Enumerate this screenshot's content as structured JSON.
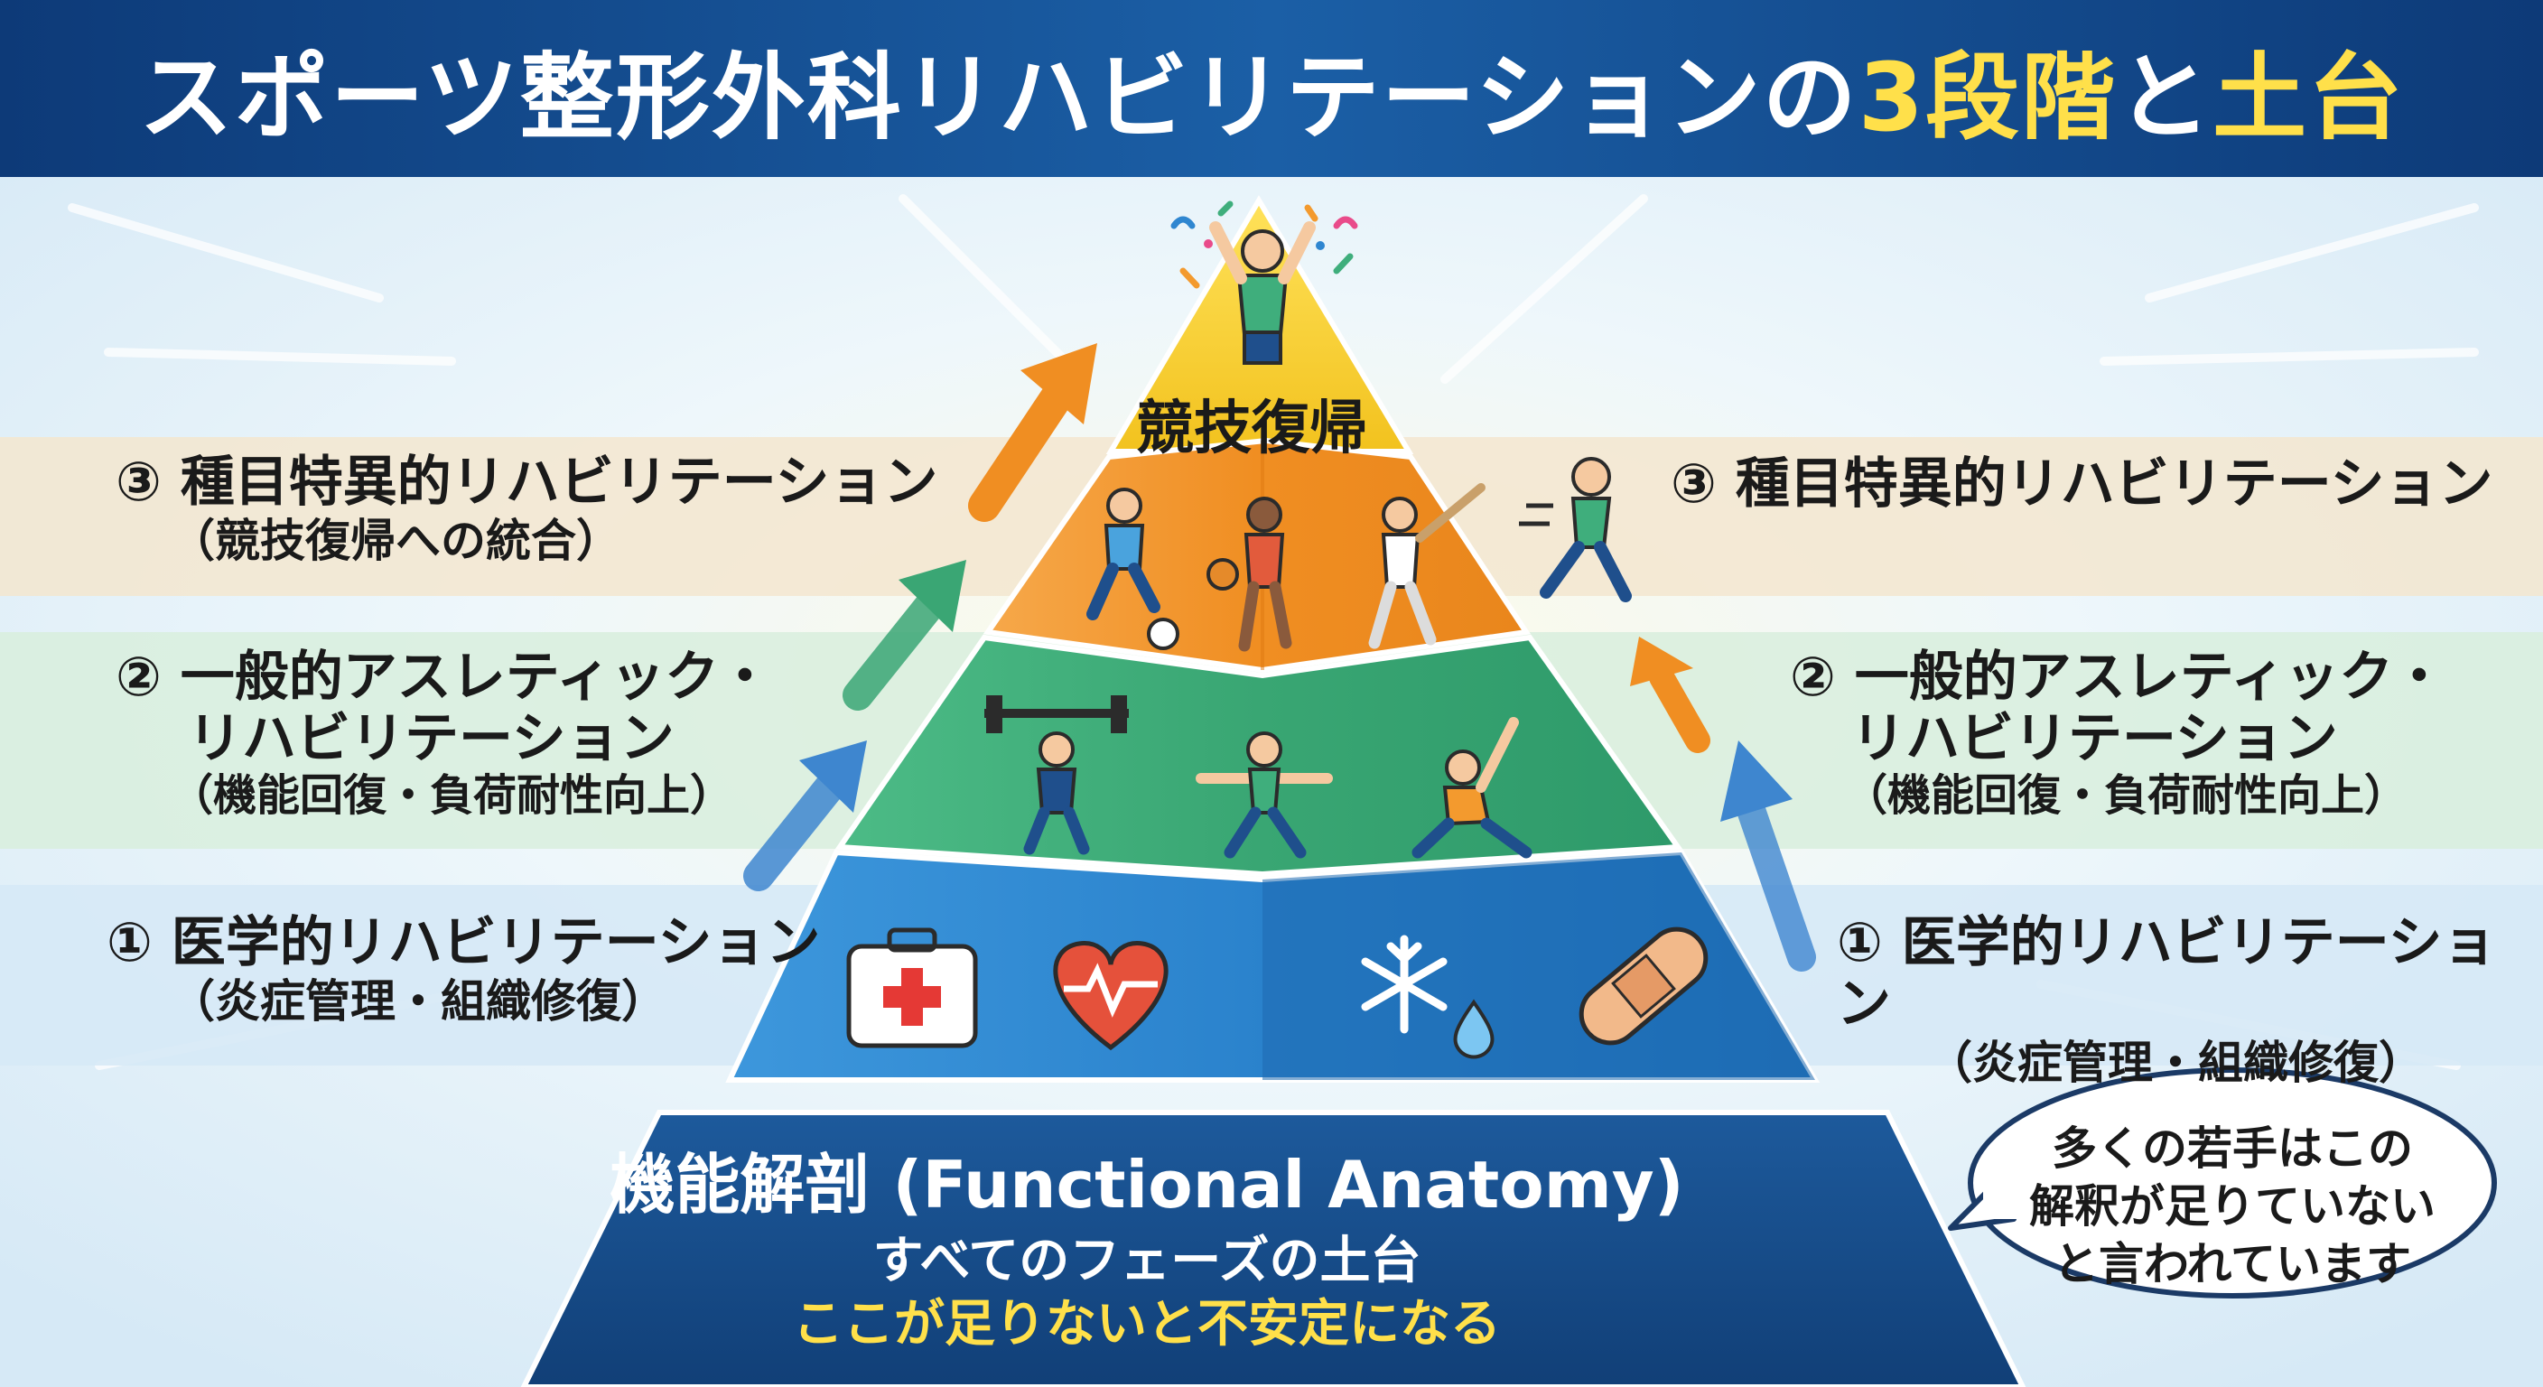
{
  "title": {
    "main": "スポーツ整形外科リハビリテーションの",
    "highlight_1": "3段階",
    "connector": "と",
    "highlight_2": "土台"
  },
  "peak": {
    "label": "競技復帰"
  },
  "left_labels": {
    "stage3": {
      "line1": "③ 種目特異的リハビリテーション",
      "line2": "（競技復帰への統合）"
    },
    "stage2": {
      "line1": "② 一般的アスレティック・",
      "line2": "リハビリテーション",
      "line3": "（機能回復・負荷耐性向上）"
    },
    "stage1": {
      "line1": "① 医学的リハビリテーション",
      "line2": "（炎症管理・組織修復）"
    }
  },
  "right_labels": {
    "stage3": {
      "line1": "③ 種目特異的リハビリテーション"
    },
    "stage2": {
      "line1": "② 一般的アスレティック・",
      "line2": "リハビリテーション",
      "line3": "（機能回復・負荷耐性向上）"
    },
    "stage1": {
      "line1": "① 医学的リハビリテーション",
      "line2": "（炎症管理・組織修復）"
    }
  },
  "foundation": {
    "title": "機能解剖 (Functional Anatomy)",
    "subtitle": "すべてのフェーズの土台",
    "warning": "ここが足りないと不安定になる"
  },
  "callout": {
    "line1": "多くの若手はこの",
    "line2": "解釈が足りていない",
    "line3": "と言われています"
  },
  "colors": {
    "header": "#0d3a78",
    "highlight": "#ffe04a",
    "peak": "#f7d232",
    "stage3": "#f39a2e",
    "stage2": "#3fae7c",
    "stage1": "#2f86d0",
    "foundation": "#164d8c",
    "band3": "#f3e6cf",
    "band2": "#d8eedd",
    "band1": "#d6e9f6"
  },
  "icons": {
    "peak": [
      "celebrating-athlete-icon",
      "confetti-icon"
    ],
    "stage3": [
      "soccer-player-icon",
      "basketball-player-icon",
      "baseball-batter-icon",
      "runner-icon"
    ],
    "stage2": [
      "weightlifter-icon",
      "balance-pose-icon",
      "stretching-icon"
    ],
    "stage1": [
      "first-aid-kit-icon",
      "heart-pulse-icon",
      "snowflake-icon",
      "water-drop-icon",
      "bandage-icon"
    ]
  }
}
